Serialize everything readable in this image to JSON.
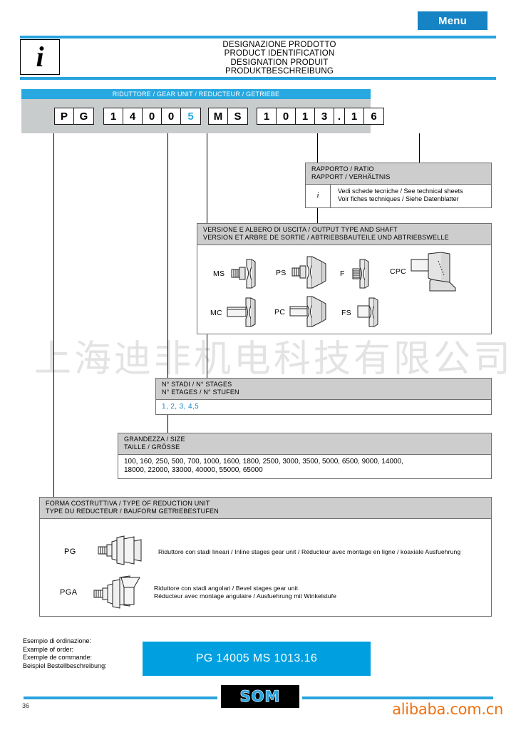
{
  "menu": {
    "label": "Menu"
  },
  "header": {
    "icon": "info-icon",
    "titles": [
      "DESIGNAZIONE PRODOTTO",
      "PRODUCT IDENTIFICATION",
      "DESIGNATION PRODUIT",
      "PRODUKTBESCHREIBUNG"
    ]
  },
  "code_panel": {
    "title": "RIDUTTORE / GEAR UNIT / REDUCTEUR / GETRIEBE",
    "groups": [
      {
        "name": "form",
        "cells": [
          "P",
          "G"
        ]
      },
      {
        "name": "size",
        "cells": [
          "1",
          "4",
          "0",
          "0",
          "5"
        ],
        "accent_index": 4
      },
      {
        "name": "output",
        "cells": [
          "M",
          "S"
        ]
      },
      {
        "name": "ratio",
        "cells": [
          "1",
          "0",
          "1",
          "3",
          ".",
          "1",
          "6"
        ]
      }
    ]
  },
  "ratio_box": {
    "head_line1": "RAPPORTO / RATIO",
    "head_line2": "RAPPORT / VERHÄLTNIS",
    "icon": "i",
    "body_line1": "Vedi schede tecniche / See technical sheets",
    "body_line2": "Voir fiches techniques / Siehe Datenblatter"
  },
  "output_box": {
    "head_line1": "VERSIONE E ALBERO DI USCITA / OUTPUT TYPE AND SHAFT",
    "head_line2": "VERSION ET ARBRE DE  SORTIE / ABTRIEBSBAUTEILE UND ABTRIEBSWELLE",
    "items": [
      {
        "label": "MS",
        "art": "flange-motor-shaft"
      },
      {
        "label": "PS",
        "art": "flange-motor-shaft-large"
      },
      {
        "label": "F",
        "art": "flange-splined"
      },
      {
        "label": "CPC",
        "art": "foot-mount-shaft"
      },
      {
        "label": "MC",
        "art": "flange-cyl-shaft"
      },
      {
        "label": "PC",
        "art": "flange-cyl-shaft-large"
      },
      {
        "label": "FS",
        "art": "flange-square-shaft"
      }
    ]
  },
  "stages_box": {
    "head_line1": "N° STADI / N° STAGES",
    "head_line2": "N° ETAGES / N° STUFEN",
    "value": "1, 2, 3, 4,5"
  },
  "size_box": {
    "head_line1": "GRANDEZZA / SIZE",
    "head_line2": "TAILLE / GRÖSSE",
    "value_line1": "100, 160, 250, 500, 700, 1000, 1600, 1800, 2500, 3000, 3500, 5000, 6500, 9000, 14000,",
    "value_line2": "18000, 22000,  33000, 40000, 55000, 65000"
  },
  "form_box": {
    "head_line1": "FORMA COSTRUTTIVA / TYPE OF REDUCTION UNIT",
    "head_line2": "TYPE DU REDUCTEUR / BAUFORM GETRIEBESTUFEN",
    "rows": [
      {
        "code": "PG",
        "art": "inline-gear-unit",
        "text_line1": "Riduttore con stadi lineari / Inline stages gear unit /  Réducteur avec montage en ligne / koaxiale Ausfuehrung",
        "text_line2": ""
      },
      {
        "code": "PGA",
        "art": "bevel-gear-unit",
        "text_line1": "Riduttore con stadi angolari / Bevel stages gear unit",
        "text_line2": "Réducteur avec montage angulaire / Ausfuehrung mit Winkelstufe"
      }
    ]
  },
  "watermark": {
    "text": "上海迪非机电科技有限公司"
  },
  "order_example": {
    "labels": [
      "Esempio di ordinazione:",
      "Example of order:",
      "Exemple de commande:",
      "Beispiel Bestellbeschreibung:"
    ],
    "value": "PG 14005 MS 1013.16"
  },
  "footer": {
    "logo": "SOM",
    "page_number": "36",
    "watermark_url": "alibaba.com.cn"
  },
  "colors": {
    "accent_blue": "#27a8e0",
    "menu_blue": "#1583c4",
    "rule_blue": "#2aa3dd",
    "panel_grey": "#c9cccd",
    "head_grey": "#cdcdcd",
    "orange": "#ef7111"
  }
}
